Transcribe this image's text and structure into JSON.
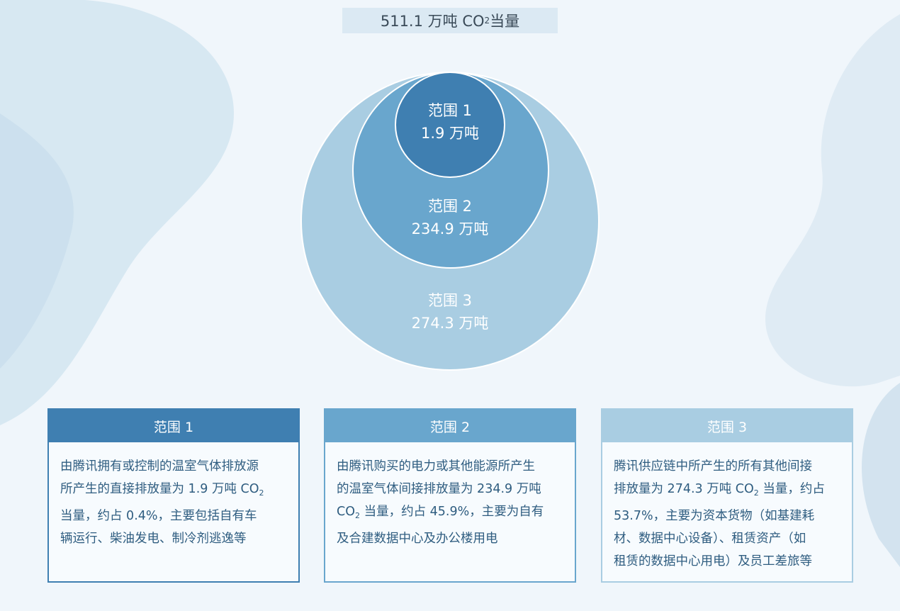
{
  "title": [
    "511.1 万吨 CO",
    "2",
    " 当量"
  ],
  "circles": {
    "scope3": {
      "name": "范围 3",
      "value": "274.3 万吨"
    },
    "scope2": {
      "name": "范围 2",
      "value": "234.9 万吨"
    },
    "scope1": {
      "name": "范围 1",
      "value": "1.9 万吨"
    }
  },
  "cards": [
    {
      "header": "范围 1",
      "body": [
        "由腾讯拥有或控制的温室气体排放源",
        "所产生的直接排放量为 1.9 万吨 CO",
        "2",
        "当量，约占 0.4%，主要包括自有车",
        "辆运行、柴油发电、制冷剂逃逸等"
      ]
    },
    {
      "header": "范围 2",
      "body": [
        "由腾讯购买的电力或其他能源所产生",
        "的温室气体间接排放量为 234.9 万吨",
        "CO",
        "2",
        " 当量，约占 45.9%，主要为自有",
        "及合建数据中心及办公楼用电"
      ]
    },
    {
      "header": "范围 3",
      "body": [
        "腾讯供应链中所产生的所有其他间接",
        "排放量为 274.3 万吨 CO",
        "2",
        " 当量，约占",
        "53.7%，主要为资本货物（如基建耗",
        "材、数据中心设备）、租赁资产（如",
        "租赁的数据中心用电）及员工差旅等"
      ]
    }
  ],
  "colors": {
    "scope1": "#3f7fb1",
    "scope2": "#69a6cd",
    "scope3": "#a9cde2",
    "text": "#2f5d80",
    "background": "#f0f6fb"
  }
}
